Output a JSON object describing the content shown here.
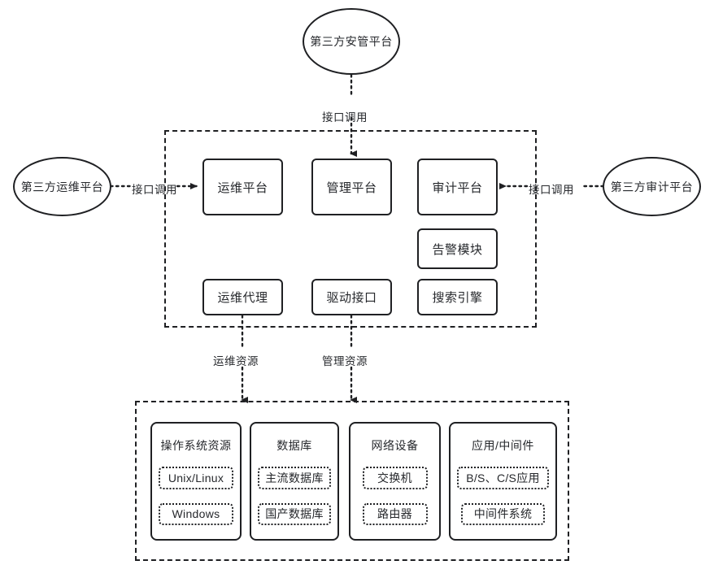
{
  "diagram": {
    "title_nodes": {
      "external_top": "第三方安管平台",
      "external_left": "第三方运维平台",
      "external_right": "第三方审计平台"
    },
    "platform_zone": {
      "nodes": [
        {
          "id": "ops-platform",
          "label": "运维平台"
        },
        {
          "id": "mgmt-platform",
          "label": "管理平台"
        },
        {
          "id": "audit-platform",
          "label": "审计平台"
        },
        {
          "id": "alarm-module",
          "label": "告警模块"
        },
        {
          "id": "search-engine",
          "label": "搜索引擎"
        },
        {
          "id": "ops-agent",
          "label": "运维代理"
        },
        {
          "id": "driver-interface",
          "label": "驱动接口"
        }
      ]
    },
    "resource_zone": {
      "groups": [
        {
          "title": "操作系统资源",
          "items": [
            "Unix/Linux",
            "Windows"
          ]
        },
        {
          "title": "数据库",
          "items": [
            "主流数据库",
            "国产数据库"
          ]
        },
        {
          "title": "网络设备",
          "items": [
            "交换机",
            "路由器"
          ]
        },
        {
          "title": "应用/中间件",
          "items": [
            "B/S、C/S应用",
            "中间件系统"
          ]
        }
      ]
    },
    "edges": [
      {
        "id": "top-api",
        "label": "接口调用"
      },
      {
        "id": "left-api",
        "label": "接口调用"
      },
      {
        "id": "right-api",
        "label": "接口调用"
      },
      {
        "id": "ops-resource",
        "label": "运维资源"
      },
      {
        "id": "mgmt-resource",
        "label": "管理资源"
      }
    ],
    "colors": {
      "stroke": "#1f2023",
      "text": "#26282c",
      "background": "#ffffff"
    }
  }
}
